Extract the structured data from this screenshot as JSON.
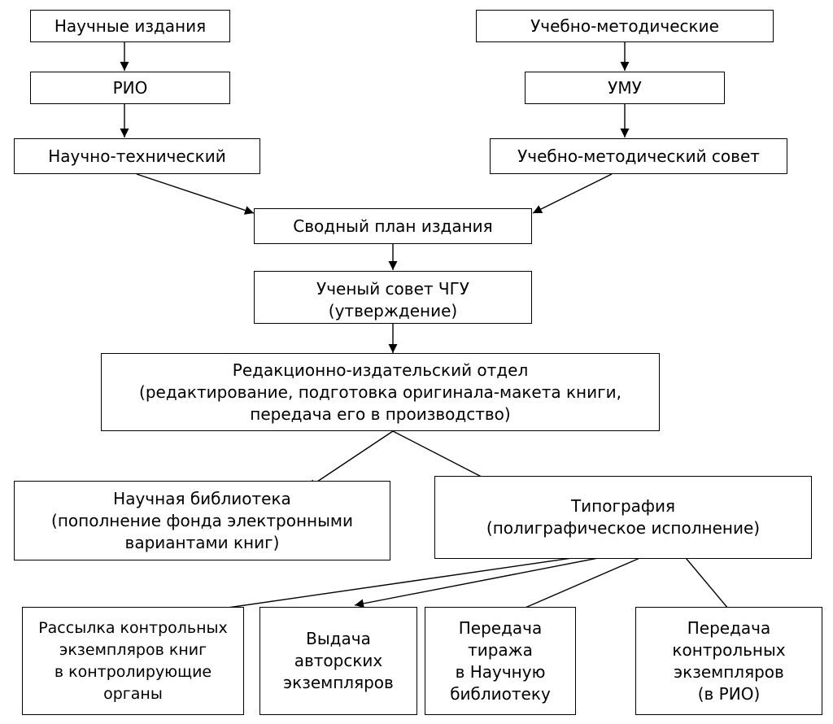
{
  "nodes": {
    "sci_pub": [
      "Научные издания"
    ],
    "edu_method": [
      "Учебно-методические"
    ],
    "rio": [
      "РИО"
    ],
    "umu": [
      "УМУ"
    ],
    "sci_tech": [
      "Научно-технический"
    ],
    "edu_council": [
      "Учебно-методический совет"
    ],
    "summary_plan": [
      "Сводный план издания"
    ],
    "academic_council": [
      "Ученый совет ЧГУ",
      "(утверждение)"
    ],
    "editorial": [
      "Редакционно-издательский отдел",
      "(редактирование, подготовка оригинала-макета книги,",
      "передача его в производство)"
    ],
    "library": [
      "Научная библиотека",
      "(пополнение фонда электронными",
      "вариантами книг)"
    ],
    "printing": [
      "Типография",
      "(полиграфическое исполнение)"
    ],
    "mailing": [
      "Рассылка контрольных",
      "экземпляров книг",
      "в контролирующие",
      "органы"
    ],
    "author_copies": [
      "Выдача",
      "авторских",
      "экземпляров"
    ],
    "circulation": [
      "Передача",
      "тиража",
      "в Научную",
      "библиотеку"
    ],
    "control_copies": [
      "Передача",
      "контрольных",
      "экземпляров",
      "(в РИО)"
    ]
  }
}
